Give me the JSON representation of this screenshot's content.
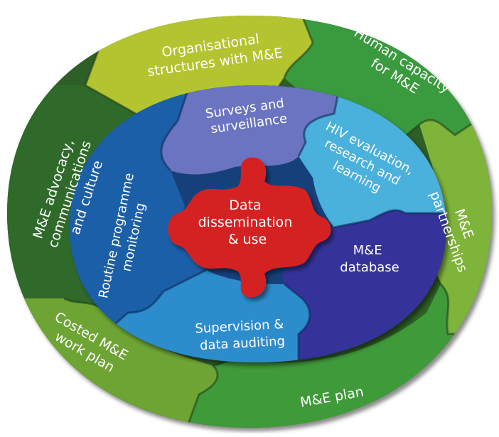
{
  "diagram": {
    "outer_ring": [
      {
        "id": "organisational",
        "lines": [
          "Organisational",
          "structures with M&E"
        ]
      },
      {
        "id": "human-capacity",
        "lines": [
          "Human capacity",
          "for M&E"
        ]
      },
      {
        "id": "partnerships",
        "lines": [
          "M&E",
          "partnerships"
        ]
      },
      {
        "id": "me-plan",
        "lines": [
          "M&E plan"
        ]
      },
      {
        "id": "costed-work-plan",
        "lines": [
          "Costed M&E",
          "work plan"
        ]
      },
      {
        "id": "advocacy",
        "lines": [
          "M&E advocacy,",
          "communications",
          "and culture"
        ]
      }
    ],
    "inner_ring": [
      {
        "id": "surveys",
        "lines": [
          "Surveys and",
          "surveillance"
        ]
      },
      {
        "id": "hiv-evaluation",
        "lines": [
          "HIV evaluation,",
          "research  and",
          "learning"
        ]
      },
      {
        "id": "me-database",
        "lines": [
          "M&E",
          "database"
        ]
      },
      {
        "id": "supervision",
        "lines": [
          "Supervision &",
          "data auditing"
        ]
      },
      {
        "id": "routine-monitoring",
        "lines": [
          "Routine programme",
          "monitoring"
        ]
      }
    ],
    "center": {
      "id": "data-dissemination",
      "lines": [
        "Data",
        "dissemination",
        "& use"
      ]
    },
    "colors": {
      "outer_organisational": "#b4c430",
      "outer_human_capacity": "#3a9a3e",
      "outer_partnerships": "#7fb43a",
      "outer_me_plan": "#3f9a3a",
      "outer_costed": "#6da434",
      "outer_advocacy": "#2f6a2a",
      "inner_surveys": "#6b74c0",
      "inner_hiv": "#4ab0dc",
      "inner_database": "#35339a",
      "inner_supervision": "#2d8ccc",
      "inner_routine": "#1b5fa8",
      "center": "#d42424"
    }
  }
}
